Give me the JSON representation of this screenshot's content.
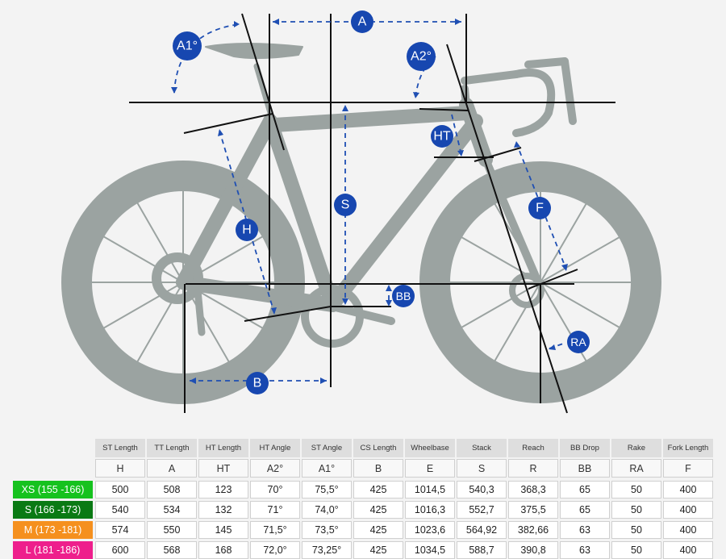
{
  "diagram": {
    "labels": {
      "A": "A",
      "A1": "A1°",
      "A2": "A2°",
      "HT": "HT",
      "S": "S",
      "H": "H",
      "F": "F",
      "BB": "BB",
      "RA": "RA",
      "B": "B"
    },
    "colors": {
      "bike": "#9ba3a1",
      "line": "#111111",
      "dim": "#1f4fb3",
      "badge": "#1747b0",
      "background": "#f3f3f3"
    }
  },
  "table": {
    "headers": [
      "ST Length",
      "TT Length",
      "HT Length",
      "HT Angle",
      "ST Angle",
      "CS Length",
      "Wheelbase",
      "Stack",
      "Reach",
      "BB Drop",
      "Rake",
      "Fork Length"
    ],
    "codes": [
      "H",
      "A",
      "HT",
      "A2°",
      "A1°",
      "B",
      "E",
      "S",
      "R",
      "BB",
      "RA",
      "F"
    ],
    "rows": [
      {
        "size": "XS (155 -166)",
        "color": "#16c21e",
        "values": [
          "500",
          "508",
          "123",
          "70°",
          "75,5°",
          "425",
          "1014,5",
          "540,3",
          "368,3",
          "65",
          "50",
          "400"
        ]
      },
      {
        "size": "S (166 -173)",
        "color": "#0a7a14",
        "values": [
          "540",
          "534",
          "132",
          "71°",
          "74,0°",
          "425",
          "1016,3",
          "552,7",
          "375,5",
          "65",
          "50",
          "400"
        ]
      },
      {
        "size": "M (173 -181)",
        "color": "#f5901e",
        "values": [
          "574",
          "550",
          "145",
          "71,5°",
          "73,5°",
          "425",
          "1023,6",
          "564,92",
          "382,66",
          "63",
          "50",
          "400"
        ]
      },
      {
        "size": "L (181 -186)",
        "color": "#ee1f8c",
        "values": [
          "600",
          "568",
          "168",
          "72,0°",
          "73,25°",
          "425",
          "1034,5",
          "588,7",
          "390,8",
          "63",
          "50",
          "400"
        ]
      }
    ]
  }
}
